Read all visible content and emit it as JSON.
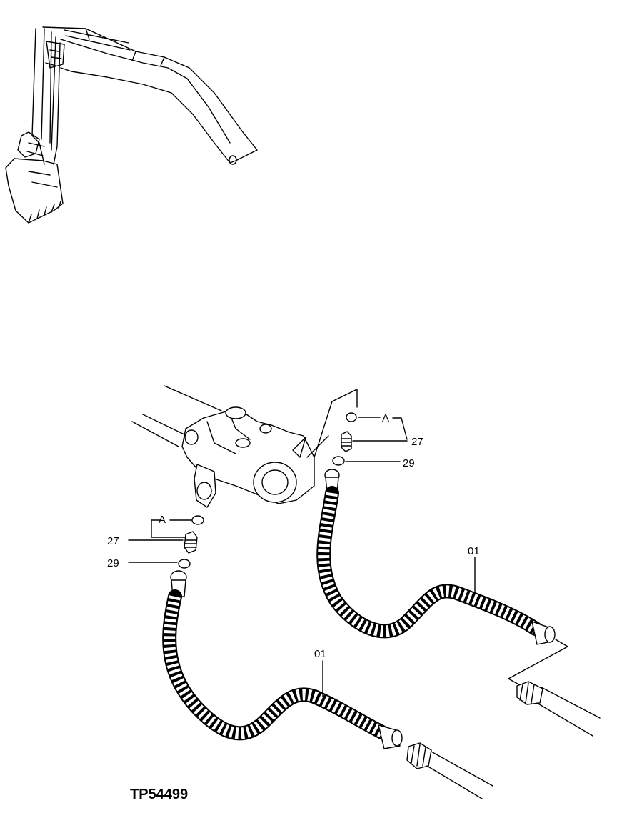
{
  "drawing_code": "TP54499",
  "callouts": {
    "detail_ref_right": "A",
    "detail_ref_left": "A",
    "fitting_right": "27",
    "fitting_left": "27",
    "oring_right": "29",
    "oring_left": "29",
    "hose_right": "01",
    "hose_left": "01"
  }
}
